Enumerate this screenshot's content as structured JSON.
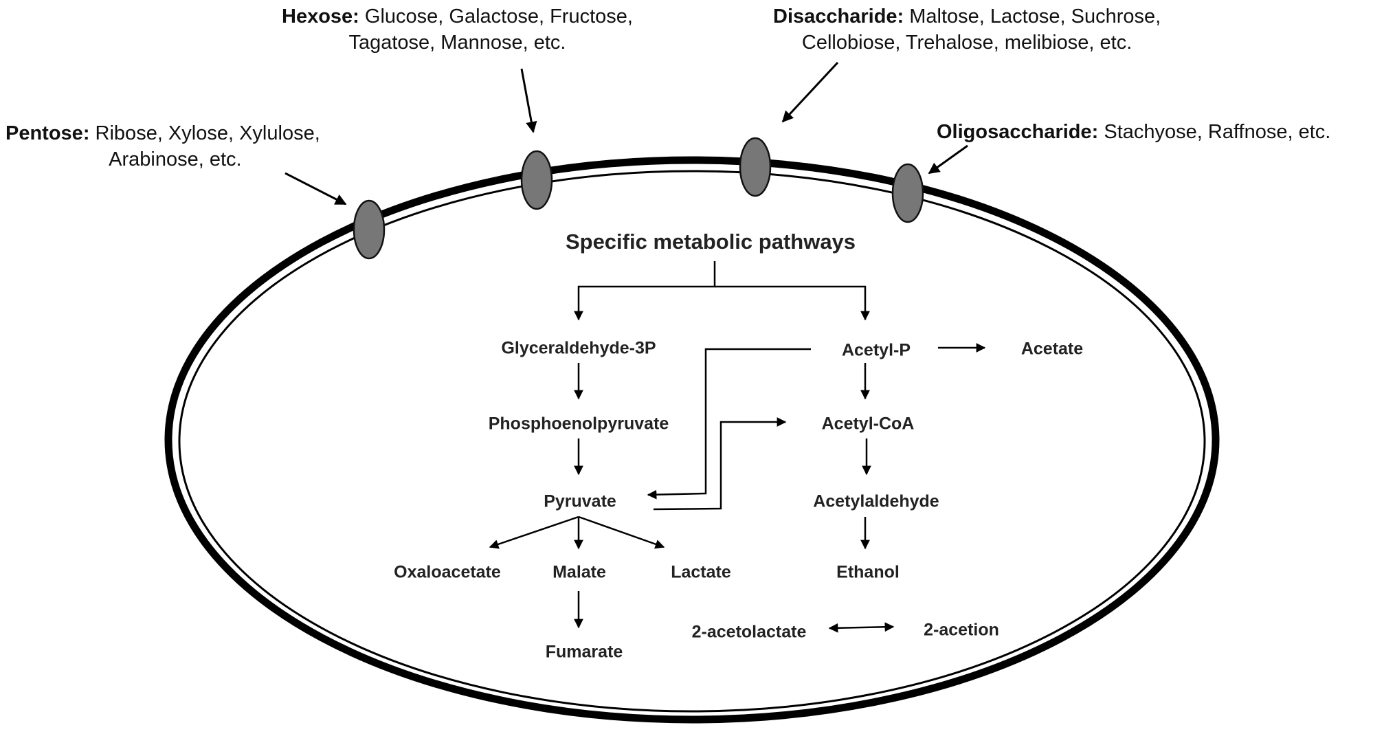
{
  "sugars": {
    "pentose": {
      "name": "Pentose:",
      "line1": "Ribose, Xylose, Xylulose,",
      "line2": "Arabinose, etc."
    },
    "hexose": {
      "name": "Hexose:",
      "line1": "Glucose, Galactose, Fructose,",
      "line2": "Tagatose, Mannose, etc."
    },
    "disaccharide": {
      "name": "Disaccharide:",
      "line1": "Maltose, Lactose, Suchrose,",
      "line2": "Cellobiose, Trehalose, melibiose, etc."
    },
    "oligosaccharide": {
      "name": "Oligosaccharide:",
      "line1": "Stachyose, Raffnose, etc."
    }
  },
  "cell": {
    "title": "Specific metabolic pathways",
    "membrane_color": "#000000",
    "transporter_color": "#777777"
  },
  "nodes": {
    "glyceraldehyde3p": "Glyceraldehyde-3P",
    "phosphoenolpyruvate": "Phosphoenolpyruvate",
    "pyruvate": "Pyruvate",
    "oxaloacetate": "Oxaloacetate",
    "malate": "Malate",
    "lactate": "Lactate",
    "fumarate": "Fumarate",
    "acetyl_p": "Acetyl-P",
    "acetate": "Acetate",
    "acetyl_coa": "Acetyl-CoA",
    "acetylaldehyde": "Acetylaldehyde",
    "ethanol": "Ethanol",
    "acetolactate": "2-acetolactate",
    "acetion": "2-acetion"
  }
}
